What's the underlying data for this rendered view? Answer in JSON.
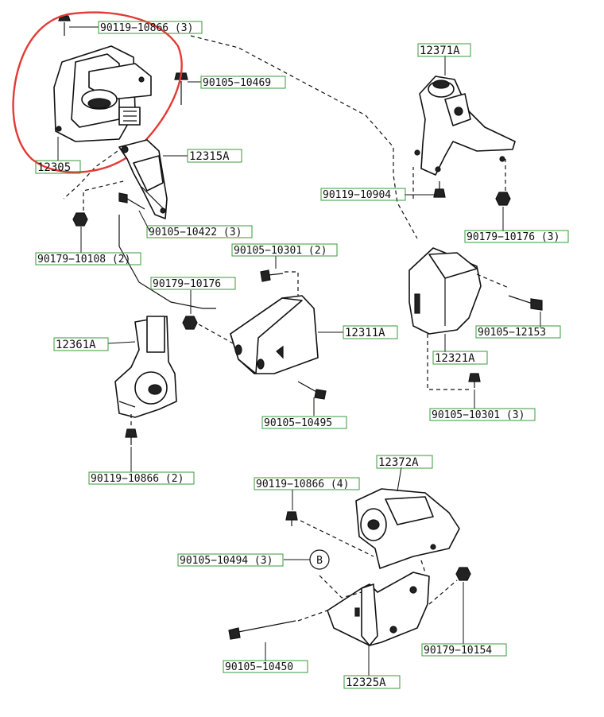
{
  "diagram": {
    "callouts": {
      "p90119_10866_3": "90119−10866 (3)",
      "p90105_10469": "90105−10469",
      "p12305": "12305",
      "p12315A": "12315A",
      "p12371A": "12371A",
      "p90119_10904": "90119−10904",
      "p90179_10176_3": "90179−10176 (3)",
      "p90105_10422_3": "90105−10422 (3)",
      "p90179_10108_2": "90179−10108 (2)",
      "p90105_10301_2": "90105−10301 (2)",
      "p90179_10176": "90179−10176",
      "p12361A": "12361A",
      "p12311A": "12311A",
      "p12321A": "12321A",
      "p90105_12153": "90105−12153",
      "p90105_10301_3": "90105−10301 (3)",
      "p90105_10495": "90105−10495",
      "p90119_10866_2": "90119−10866 (2)",
      "p12372A": "12372A",
      "p90119_10866_4": "90119−10866 (4)",
      "p90105_10494_3": "90105−10494 (3)",
      "ref_B": "B",
      "p12325A": "12325A",
      "p90105_10450": "90105−10450",
      "p90179_10154": "90179−10154"
    },
    "colors": {
      "label_box": "#3a9a3a",
      "highlight_circle": "#e53935",
      "line": "#111111"
    }
  }
}
